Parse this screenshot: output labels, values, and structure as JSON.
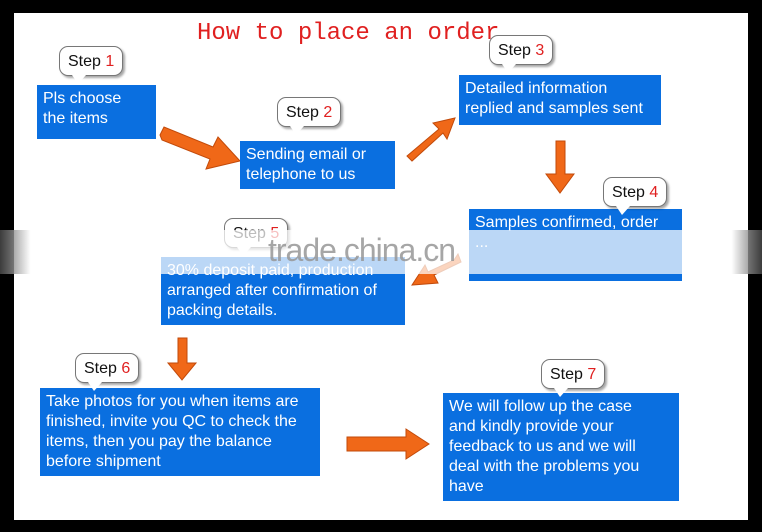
{
  "title": "How to place an order",
  "steps": [
    {
      "label": "Step",
      "num": "1",
      "text": [
        "Pls choose",
        "the items"
      ]
    },
    {
      "label": "Step",
      "num": "2",
      "text": [
        "Sending email or",
        "telephone to us"
      ]
    },
    {
      "label": "Step",
      "num": "3",
      "text": [
        "Detailed information",
        "replied and samples sent"
      ]
    },
    {
      "label": "Step",
      "num": "4",
      "text": [
        "Samples confirmed, order",
        "..."
      ]
    },
    {
      "label": "Step",
      "num": "5",
      "text": [
        "30% deposit paid, production",
        "arranged after confirmation of",
        "packing details."
      ]
    },
    {
      "label": "Step",
      "num": "6",
      "text": [
        "Take photos for you when items are",
        "finished, invite you QC to check the",
        "items, then you pay the balance",
        "before shipment"
      ]
    },
    {
      "label": "Step",
      "num": "7",
      "text": [
        "We will follow up the case",
        "and kindly provide your",
        "feedback to us and we will",
        "deal with the problems you",
        "have"
      ]
    }
  ],
  "watermark": "trade.china.cn",
  "colors": {
    "box": "#0a6fe0",
    "arrow": "#f06818",
    "title": "#e02020",
    "step_num": "#e02020"
  }
}
